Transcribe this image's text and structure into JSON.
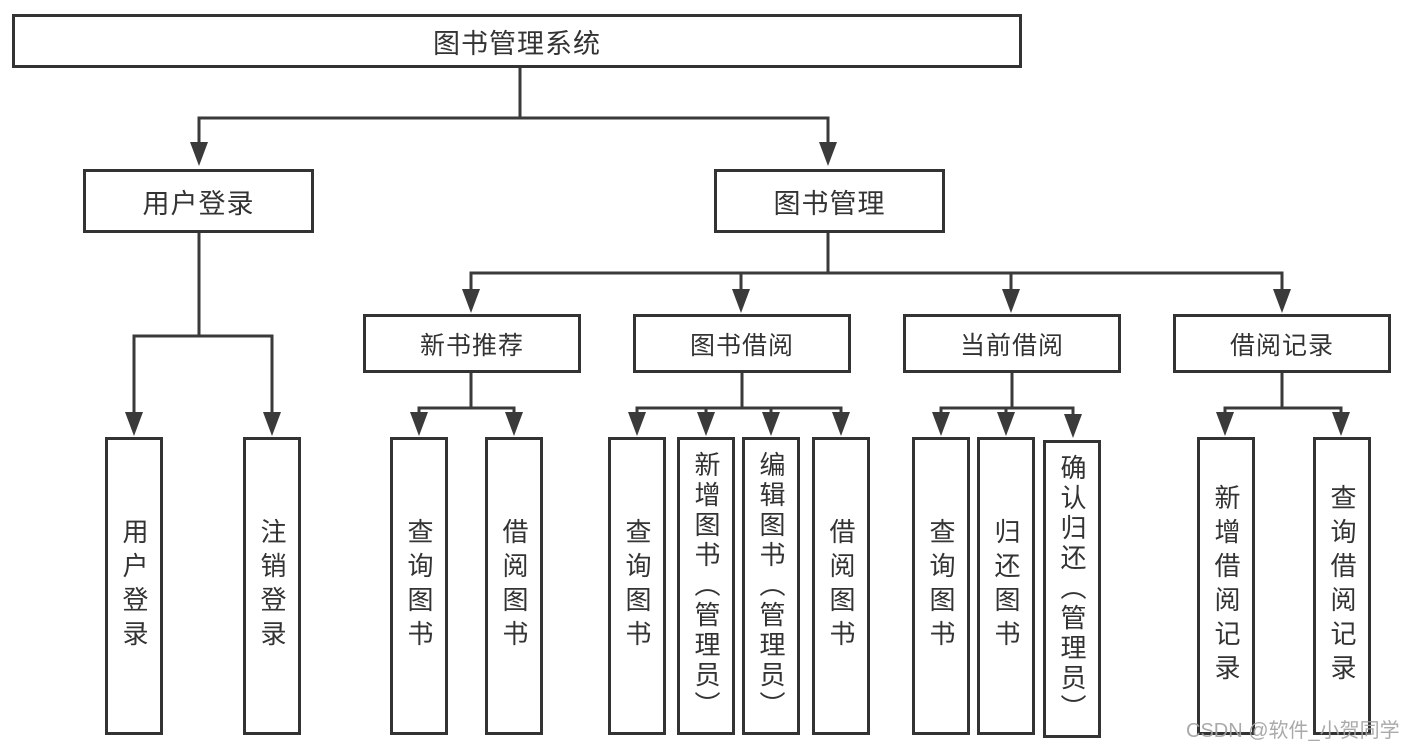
{
  "diagram": {
    "root": {
      "label": "图书管理系统",
      "children": [
        {
          "label": "用户登录",
          "children": [
            {
              "label": "用户登录"
            },
            {
              "label": "注销登录"
            }
          ]
        },
        {
          "label": "图书管理",
          "children": [
            {
              "label": "新书推荐",
              "children": [
                {
                  "label": "查询图书"
                },
                {
                  "label": "借阅图书"
                }
              ]
            },
            {
              "label": "图书借阅",
              "children": [
                {
                  "label": "查询图书"
                },
                {
                  "label": "新增图书（管理员）"
                },
                {
                  "label": "编辑图书（管理员）"
                },
                {
                  "label": "借阅图书"
                }
              ]
            },
            {
              "label": "当前借阅",
              "children": [
                {
                  "label": "查询图书"
                },
                {
                  "label": "归还图书"
                },
                {
                  "label": "确认归还（管理员）"
                }
              ]
            },
            {
              "label": "借阅记录",
              "children": [
                {
                  "label": "新增借阅记录"
                },
                {
                  "label": "查询借阅记录"
                }
              ]
            }
          ]
        }
      ]
    }
  },
  "watermark": {
    "text": "CSDN @软件_小贺同学"
  },
  "colors": {
    "background": "#ffffff",
    "box_fill": "#ffffff",
    "box_border": "#333333",
    "line": "#3a3a3a",
    "text": "#333333",
    "watermark": "#a3a3a3"
  }
}
